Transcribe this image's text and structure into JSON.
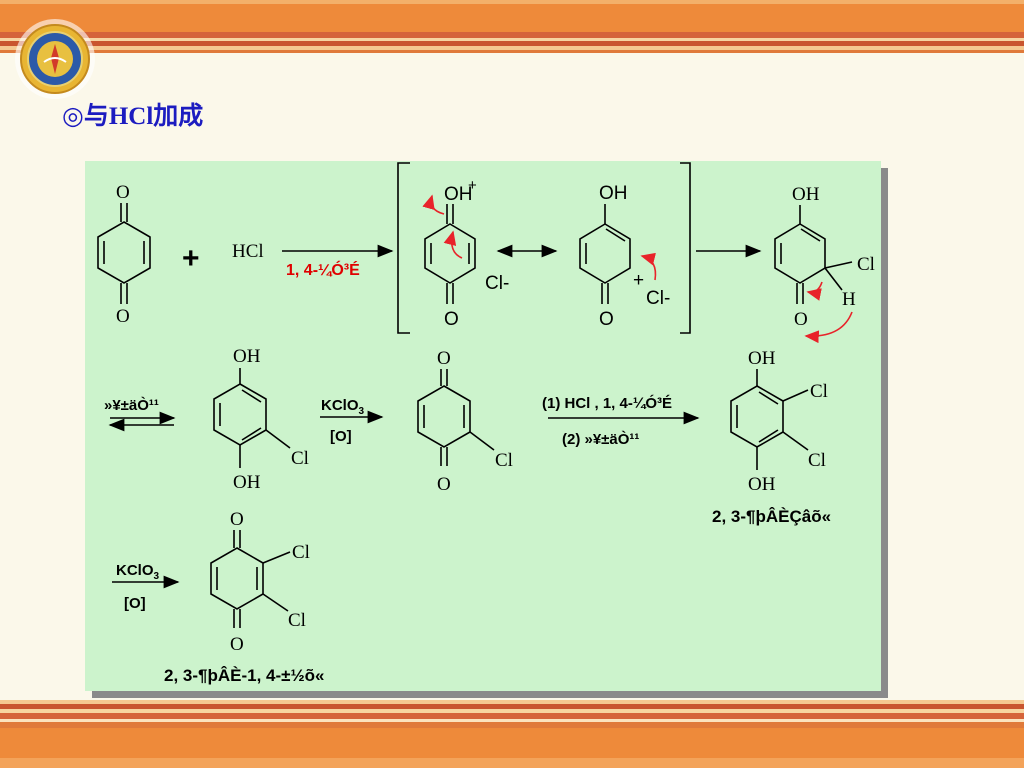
{
  "slide": {
    "title": "◎与HCl加成"
  },
  "colors": {
    "panel": "#ccf3cc",
    "title": "#1c1cc0",
    "condition_red": "#e00000",
    "curly_arrow": "#e8232a",
    "band": "#ee8a3a"
  },
  "scheme": {
    "hcl": "HCl",
    "plus": "+",
    "cond_step1": "1, 4-¼Ó³É",
    "tautomer": "»¥±äÒ¹¹",
    "oxidant": "KClO",
    "oxidant_sub": "3",
    "cond_bracket": "[O]",
    "cond_step2_a": "(1) HCl , 1, 4-¼Ó³É",
    "cond_step2_b": "(2) »¥±äÒ¹¹",
    "name_hydroquinone": "2, 3-¶þÂÈÇâõ«",
    "name_quinone": "2, 3-¶þÂÈ-1, 4-±½õ«"
  },
  "atoms": {
    "O": "O",
    "OH": "OH",
    "Cl": "Cl",
    "H": "H",
    "Cl_minus": "Cl-",
    "plus_charge": "+"
  }
}
